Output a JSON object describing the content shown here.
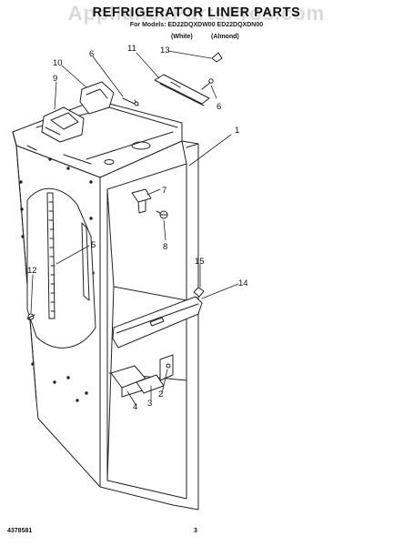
{
  "header": {
    "title": "REFRIGERATOR LINER PARTS",
    "model_line": "For Models: ED22DQXDW00 ED22DQXDN00",
    "variant_white": "(White)",
    "variant_almond": "(Almond)"
  },
  "watermark": "AppliancePartsPros.com",
  "callouts": [
    "1",
    "2",
    "3",
    "4",
    "5",
    "6",
    "6",
    "7",
    "8",
    "9",
    "10",
    "11",
    "12",
    "13",
    "14",
    "15"
  ],
  "footer": {
    "doc_number": "4378581",
    "page_number": "3"
  }
}
